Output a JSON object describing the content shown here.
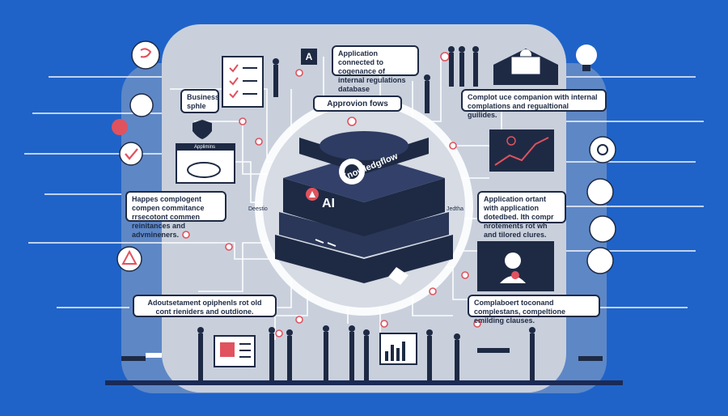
{
  "callouts": {
    "application": "Application connected to cogenance of internal regulations database",
    "business": "Business sphle",
    "approval": "Approvion fows",
    "complot": "Complot uce companion with internal complations and regualtional guilides.",
    "happes": "Happes complogent compen commitance rrsecotont commen reinitances and advmineners.",
    "appl_right": "Application ortant with application dotedbed. Ith compr nrotements rot wh and tilored clures.",
    "adversement": "Adoutsetament opiphenls rot old cont rieniders and outdione.",
    "complaint": "Complaboert toconand complestans, compeltione emilding clauses."
  },
  "server": {
    "brand": "AI",
    "name": "Knowledgflow"
  },
  "small_labels": {
    "a_badge": "A",
    "doc_title": "Applimins",
    "left_tag": "Deestio",
    "right_tag": "Jedtha"
  },
  "colors": {
    "background": "#1f63c9",
    "panel": "#c9d0dc",
    "ink": "#1e2a44",
    "accent": "#e0525e",
    "line": "#ffffff"
  },
  "icons": [
    "lightbulb-icon",
    "gear-icon",
    "shield-icon",
    "checkmark-icon",
    "warning-icon",
    "eye-icon",
    "user-icon",
    "chart-icon",
    "document-icon",
    "cloud-icon"
  ]
}
